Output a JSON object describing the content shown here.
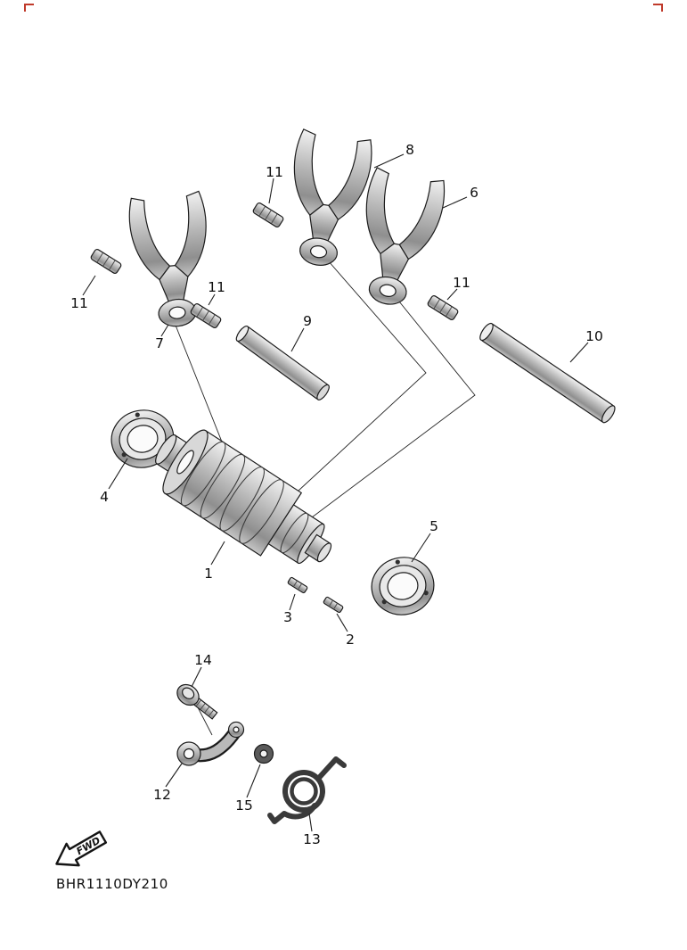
{
  "diagram": {
    "part_code": "BHR1110DY210",
    "fwd_label": "FWD",
    "callouts": [
      {
        "ref": "8"
      },
      {
        "ref": "11"
      },
      {
        "ref": "6"
      },
      {
        "ref": "11"
      },
      {
        "ref": "11"
      },
      {
        "ref": "11"
      },
      {
        "ref": "7"
      },
      {
        "ref": "9"
      },
      {
        "ref": "10"
      },
      {
        "ref": "4"
      },
      {
        "ref": "1"
      },
      {
        "ref": "5"
      },
      {
        "ref": "3"
      },
      {
        "ref": "2"
      },
      {
        "ref": "14"
      },
      {
        "ref": "12"
      },
      {
        "ref": "15"
      },
      {
        "ref": "13"
      }
    ],
    "colors": {
      "background": "#ffffff",
      "line": "#1c1c1c",
      "metal_light": "#f2f2f2",
      "metal_mid": "#b7b7b7",
      "metal_dark": "#8f8f8f",
      "registration_mark": "#c03a2b"
    }
  }
}
